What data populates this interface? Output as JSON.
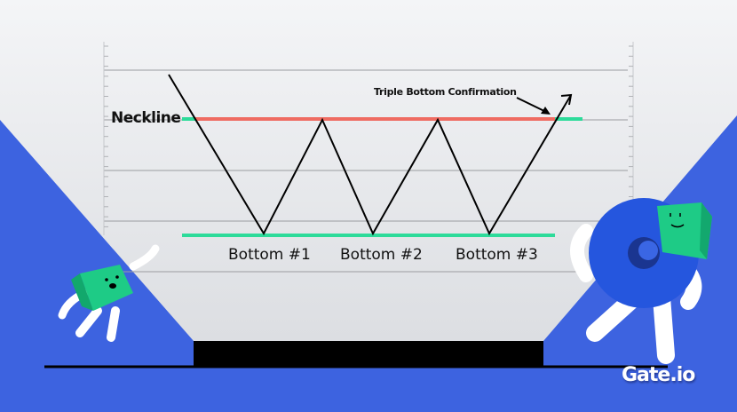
{
  "diagram": {
    "neckline_label": "Neckline",
    "confirmation_label": "Triple Bottom Confirmation",
    "bottoms": [
      "Bottom #1",
      "Bottom #2",
      "Bottom #3"
    ],
    "brand": "Gate.io"
  },
  "colors": {
    "background_blue": "#3d63e0",
    "neckline": "#ef6b61",
    "support": "#2ddb9a",
    "mascot_green": "#1ecb86"
  }
}
